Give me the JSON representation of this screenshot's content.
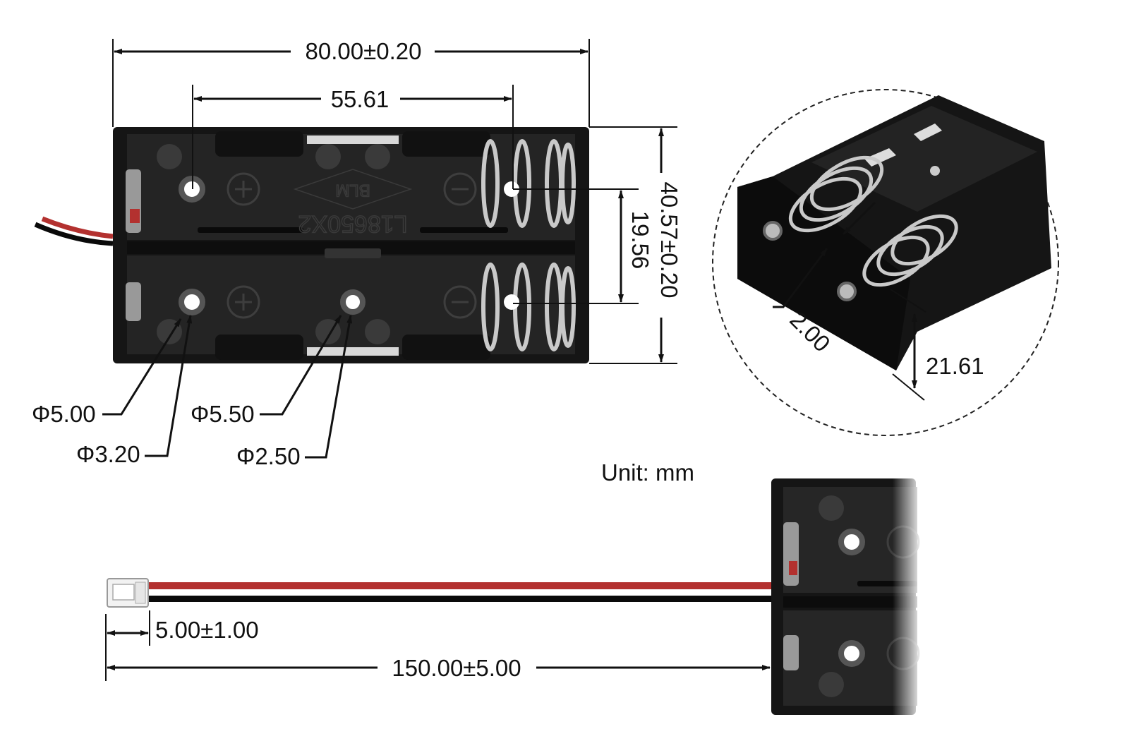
{
  "dimensions": {
    "overall_length": "80.00±0.20",
    "hole_spacing": "55.61",
    "overall_width": "40.57±0.20",
    "row_spacing": "19.56",
    "hole_outer_1": "Φ5.00",
    "hole_inner_1": "Φ3.20",
    "hole_outer_2": "Φ5.50",
    "hole_inner_2": "Φ2.50",
    "wall_thickness": "2.00",
    "height": "21.61",
    "connector_length": "5.00±1.00",
    "wire_length": "150.00±5.00"
  },
  "unit_label": "Unit: mm",
  "embossed": {
    "brand": "BLM",
    "model": "L18650X2"
  },
  "colors": {
    "holder": "#151515",
    "wire_red": "#b3312f",
    "wire_black": "#0a0a0a"
  }
}
